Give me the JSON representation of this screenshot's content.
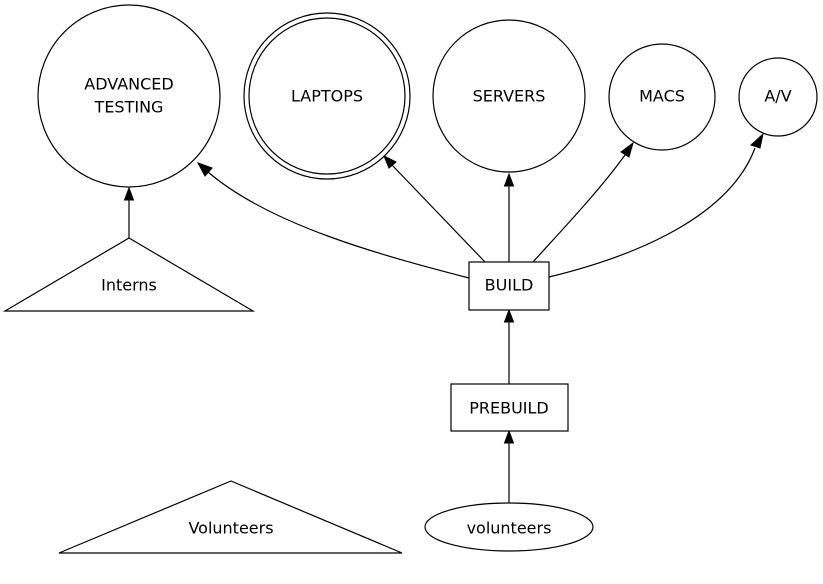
{
  "diagram": {
    "type": "directed-graph",
    "nodes": [
      {
        "id": "advanced_testing",
        "label_lines": [
          "ADVANCED",
          "TESTING"
        ],
        "shape": "circle"
      },
      {
        "id": "laptops",
        "label_lines": [
          "LAPTOPS"
        ],
        "shape": "doublecircle"
      },
      {
        "id": "servers",
        "label_lines": [
          "SERVERS"
        ],
        "shape": "circle"
      },
      {
        "id": "macs",
        "label_lines": [
          "MACS"
        ],
        "shape": "circle"
      },
      {
        "id": "av",
        "label_lines": [
          "A/V"
        ],
        "shape": "circle"
      },
      {
        "id": "interns",
        "label_lines": [
          "Interns"
        ],
        "shape": "triangle"
      },
      {
        "id": "build",
        "label_lines": [
          "BUILD"
        ],
        "shape": "box"
      },
      {
        "id": "prebuild",
        "label_lines": [
          "PREBUILD"
        ],
        "shape": "box"
      },
      {
        "id": "volunteers_tri",
        "label_lines": [
          "Volunteers"
        ],
        "shape": "triangle"
      },
      {
        "id": "volunteers",
        "label_lines": [
          "volunteers"
        ],
        "shape": "ellipse"
      }
    ],
    "edges": [
      {
        "from": "interns",
        "to": "advanced_testing"
      },
      {
        "from": "build",
        "to": "advanced_testing"
      },
      {
        "from": "build",
        "to": "laptops"
      },
      {
        "from": "build",
        "to": "servers"
      },
      {
        "from": "build",
        "to": "macs"
      },
      {
        "from": "build",
        "to": "av"
      },
      {
        "from": "prebuild",
        "to": "build"
      },
      {
        "from": "volunteers",
        "to": "prebuild"
      }
    ],
    "colors": {
      "stroke": "#000000",
      "fill": "#ffffff",
      "text": "#000000"
    }
  }
}
